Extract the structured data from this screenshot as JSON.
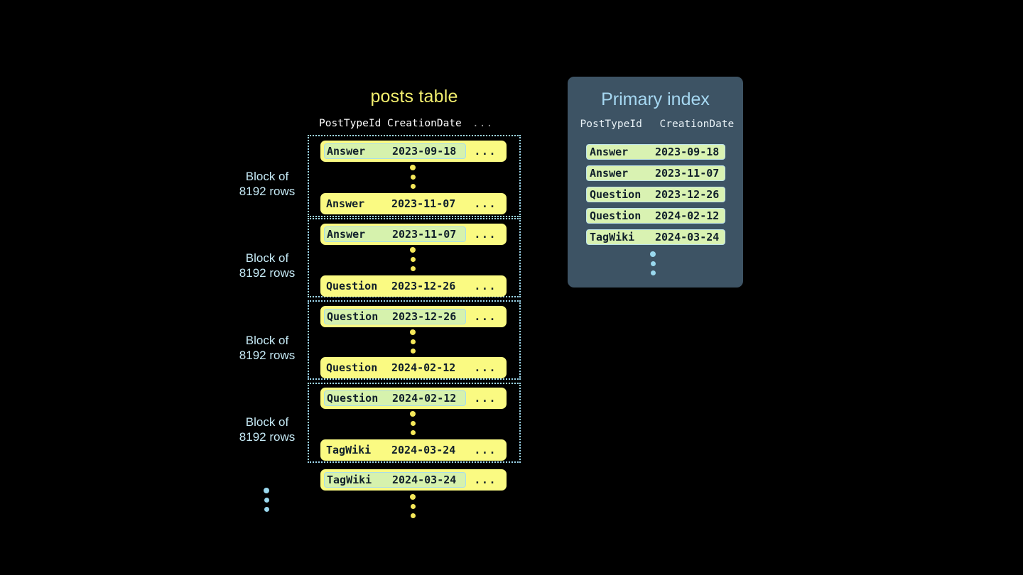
{
  "posts_table": {
    "title": "posts table",
    "columns": {
      "type": "PostTypeId",
      "date": "CreationDate",
      "more": "..."
    },
    "blocks": [
      {
        "label_line1": "Block of",
        "label_line2": "8192 rows",
        "first_row": {
          "type": "Answer",
          "date": "2023-09-18",
          "more": "...",
          "highlighted": true
        },
        "last_row": {
          "type": "Answer",
          "date": "2023-11-07",
          "more": "...",
          "highlighted": false
        }
      },
      {
        "label_line1": "Block of",
        "label_line2": "8192 rows",
        "first_row": {
          "type": "Answer",
          "date": "2023-11-07",
          "more": "...",
          "highlighted": true
        },
        "last_row": {
          "type": "Question",
          "date": "2023-12-26",
          "more": "...",
          "highlighted": false
        }
      },
      {
        "label_line1": "Block of",
        "label_line2": "8192 rows",
        "first_row": {
          "type": "Question",
          "date": "2023-12-26",
          "more": "...",
          "highlighted": true
        },
        "last_row": {
          "type": "Question",
          "date": "2024-02-12",
          "more": "...",
          "highlighted": false
        }
      },
      {
        "label_line1": "Block of",
        "label_line2": "8192 rows",
        "first_row": {
          "type": "Question",
          "date": "2024-02-12",
          "more": "...",
          "highlighted": true
        },
        "last_row": {
          "type": "TagWiki",
          "date": "2024-03-24",
          "more": "...",
          "highlighted": false
        }
      }
    ],
    "trailing_row": {
      "type": "TagWiki",
      "date": "2024-03-24",
      "more": "...",
      "highlighted": true
    }
  },
  "primary_index": {
    "title": "Primary index",
    "columns": {
      "type": "PostTypeId",
      "date": "CreationDate"
    },
    "entries": [
      {
        "type": "Answer",
        "date": "2023-09-18"
      },
      {
        "type": "Answer",
        "date": "2023-11-07"
      },
      {
        "type": "Question",
        "date": "2023-12-26"
      },
      {
        "type": "Question",
        "date": "2024-02-12"
      },
      {
        "type": "TagWiki",
        "date": "2024-03-24"
      }
    ]
  },
  "colors": {
    "background": "#000000",
    "row_yellow": "#fafa82",
    "highlight_green": "#d6f2ad",
    "highlight_border": "#a9dde8",
    "block_border": "#9fd9ef",
    "block_label": "#c6eaf6",
    "posts_title": "#f2ee6e",
    "panel_background": "#3d5364",
    "panel_title": "#a6d8f2",
    "dots_yellow": "#f5e85a",
    "dots_blue": "#9ad8ee"
  }
}
